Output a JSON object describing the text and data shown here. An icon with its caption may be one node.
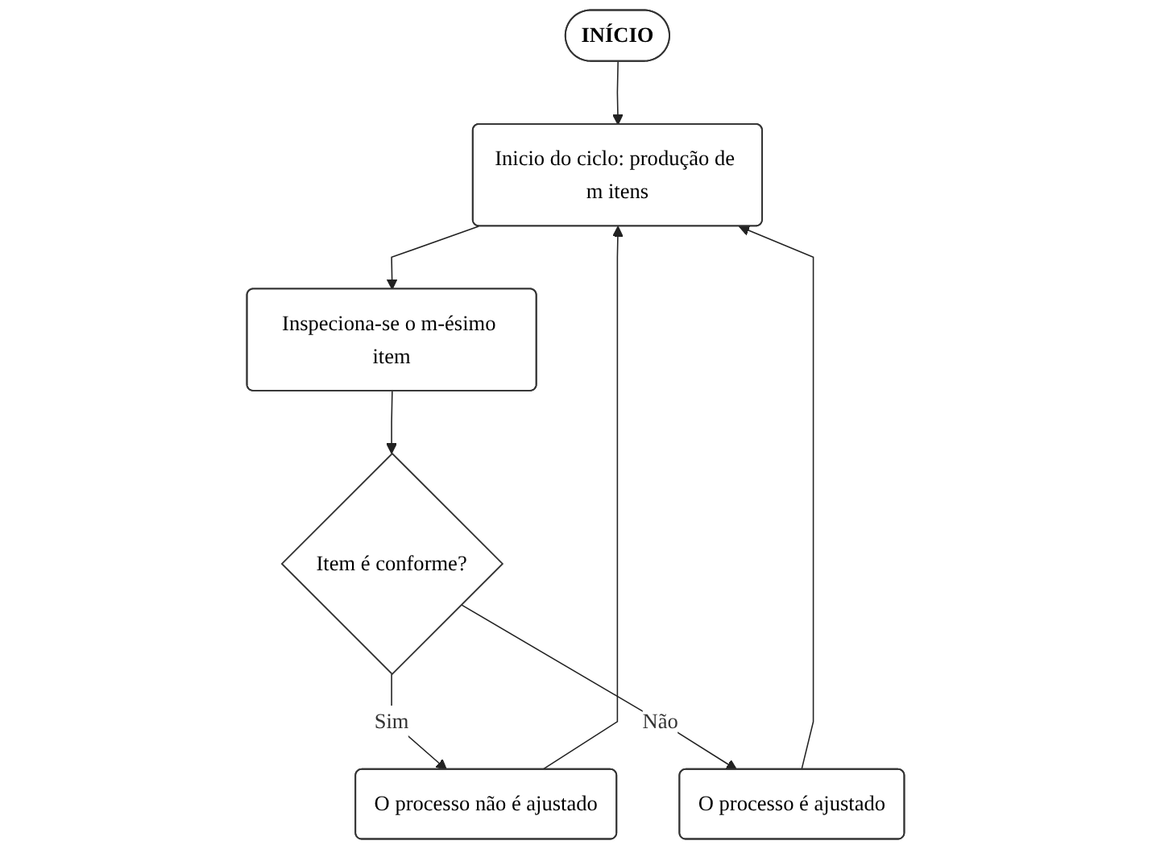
{
  "diagram": {
    "nodes": [
      {
        "text": [
          "INÍCIO"
        ]
      },
      {
        "text": [
          "Inicio do ciclo: produção de m itens"
        ]
      },
      {
        "text": [
          "O processo não é ajustado"
        ]
      },
      {
        "text": [
          "Inspeciona-se o m-ésimo item"
        ]
      },
      {
        "text": [
          "Item é conforme?"
        ]
      },
      {
        "text": [
          "O processo é ajustado"
        ]
      }
    ],
    "edges": [
      {
        "from": 0,
        "to": 1,
        "arrow": "to"
      },
      {
        "from": 2,
        "to": 1,
        "arrow": "to"
      },
      {
        "from": 1,
        "to": 3,
        "arrow": "to"
      },
      {
        "from": 3,
        "to": 4,
        "arrow": "to"
      },
      {
        "from": 4,
        "to": 2,
        "label": "Sim",
        "arrow": "to"
      },
      {
        "from": 4,
        "to": 5,
        "label": "Não",
        "arrow": "to"
      },
      {
        "from": 5,
        "to": 1,
        "arrow": "to"
      }
    ]
  }
}
